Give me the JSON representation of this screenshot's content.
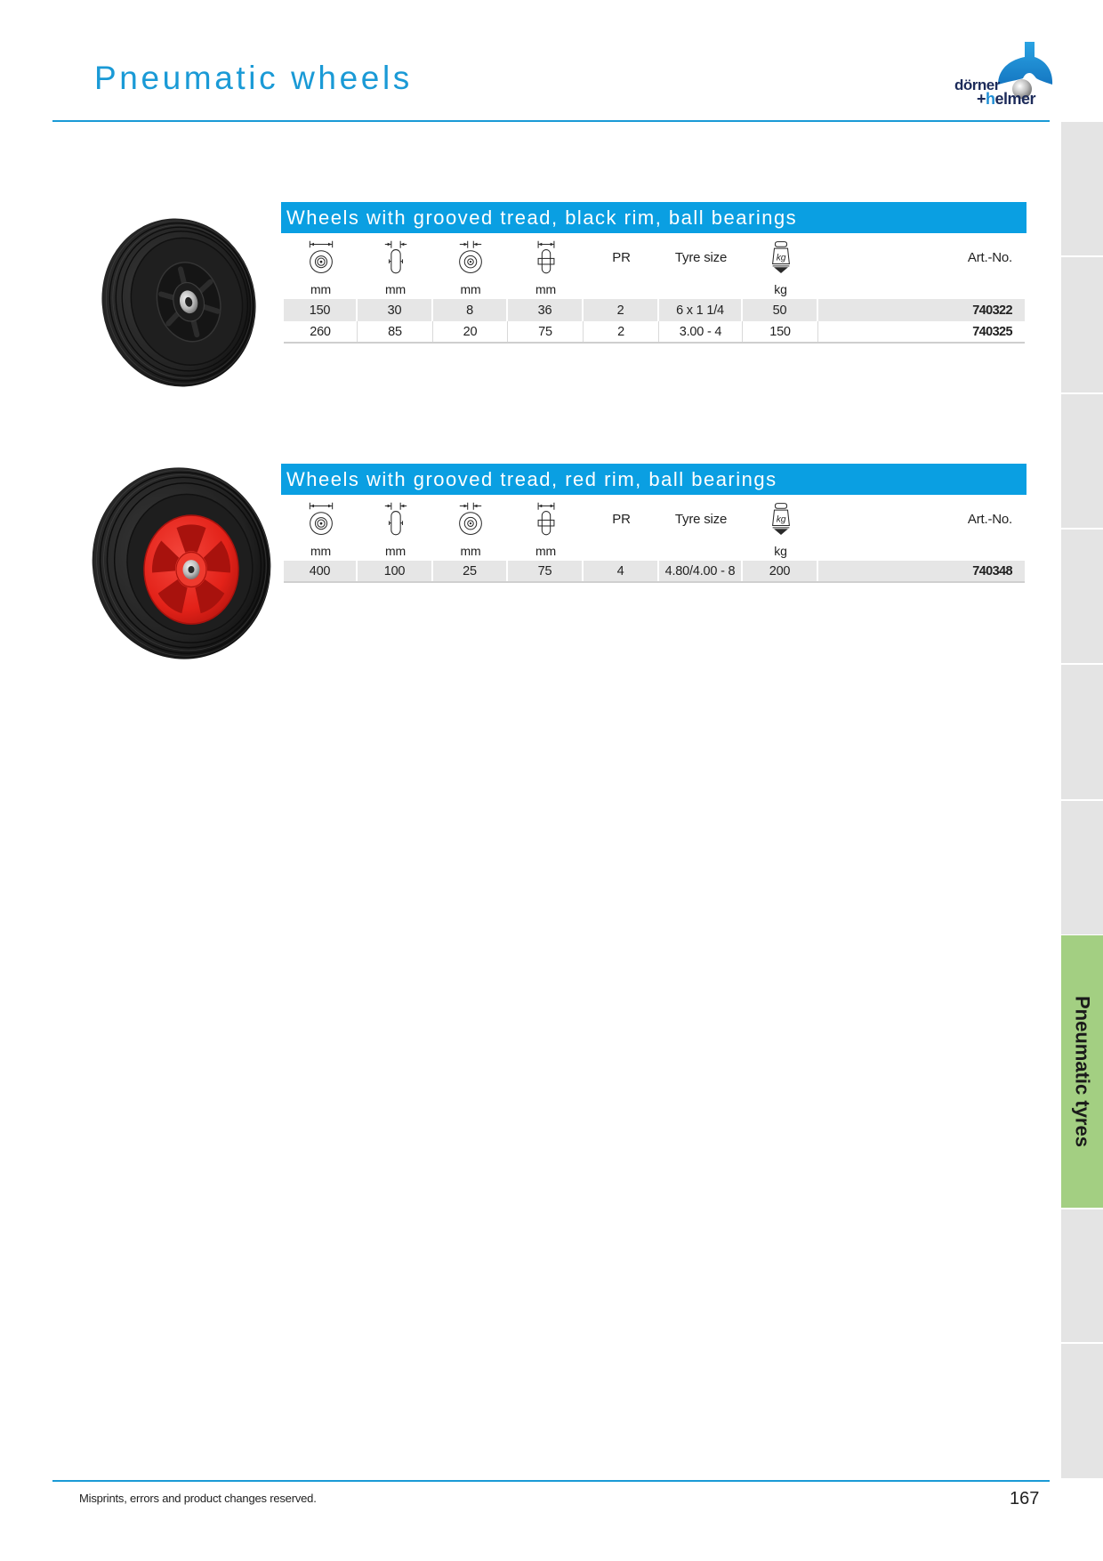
{
  "page": {
    "title": "Pneumatic wheels",
    "footer_note": "Misprints, errors and product changes reserved.",
    "page_number": "167"
  },
  "logo": {
    "line1": "dörner",
    "line2_plus": "+",
    "line2_accent": "h",
    "line2_rest": "elmer"
  },
  "side_index": {
    "active_tab_label": "Pneumatic tyres"
  },
  "colors": {
    "accent_blue": "#1a9ad6",
    "section_bar_blue": "#0a9fe2",
    "index_tab_gray": "#e4e4e4",
    "active_tab_green": "#a3cf82",
    "row_shade": "#e6e6e6",
    "rim_red": "#e32219"
  },
  "columns": {
    "wheel_diameter": {
      "icon": "wheel-diameter-icon",
      "unit": "mm"
    },
    "wheel_width": {
      "icon": "wheel-width-icon",
      "unit": "mm"
    },
    "bore_diameter": {
      "icon": "bore-diameter-icon",
      "unit": "mm"
    },
    "hub_length": {
      "icon": "hub-length-icon",
      "unit": "mm"
    },
    "ply_rating": {
      "label": "PR"
    },
    "tyre_size": {
      "label": "Tyre size"
    },
    "load_capacity": {
      "icon": "load-weight-icon",
      "icon_text": "kg",
      "unit": "kg"
    },
    "article_number": {
      "label": "Art.-No."
    }
  },
  "sections": [
    {
      "title": "Wheels with grooved tread, black rim, ball bearings",
      "rows": [
        [
          "150",
          "30",
          "8",
          "36",
          "2",
          "6 x 1 1/4",
          "50",
          "740322"
        ],
        [
          "260",
          "85",
          "20",
          "75",
          "2",
          "3.00 - 4",
          "150",
          "740325"
        ]
      ]
    },
    {
      "title": "Wheels with grooved tread, red rim, ball bearings",
      "rows": [
        [
          "400",
          "100",
          "25",
          "75",
          "4",
          "4.80/4.00 - 8",
          "200",
          "740348"
        ]
      ]
    }
  ]
}
